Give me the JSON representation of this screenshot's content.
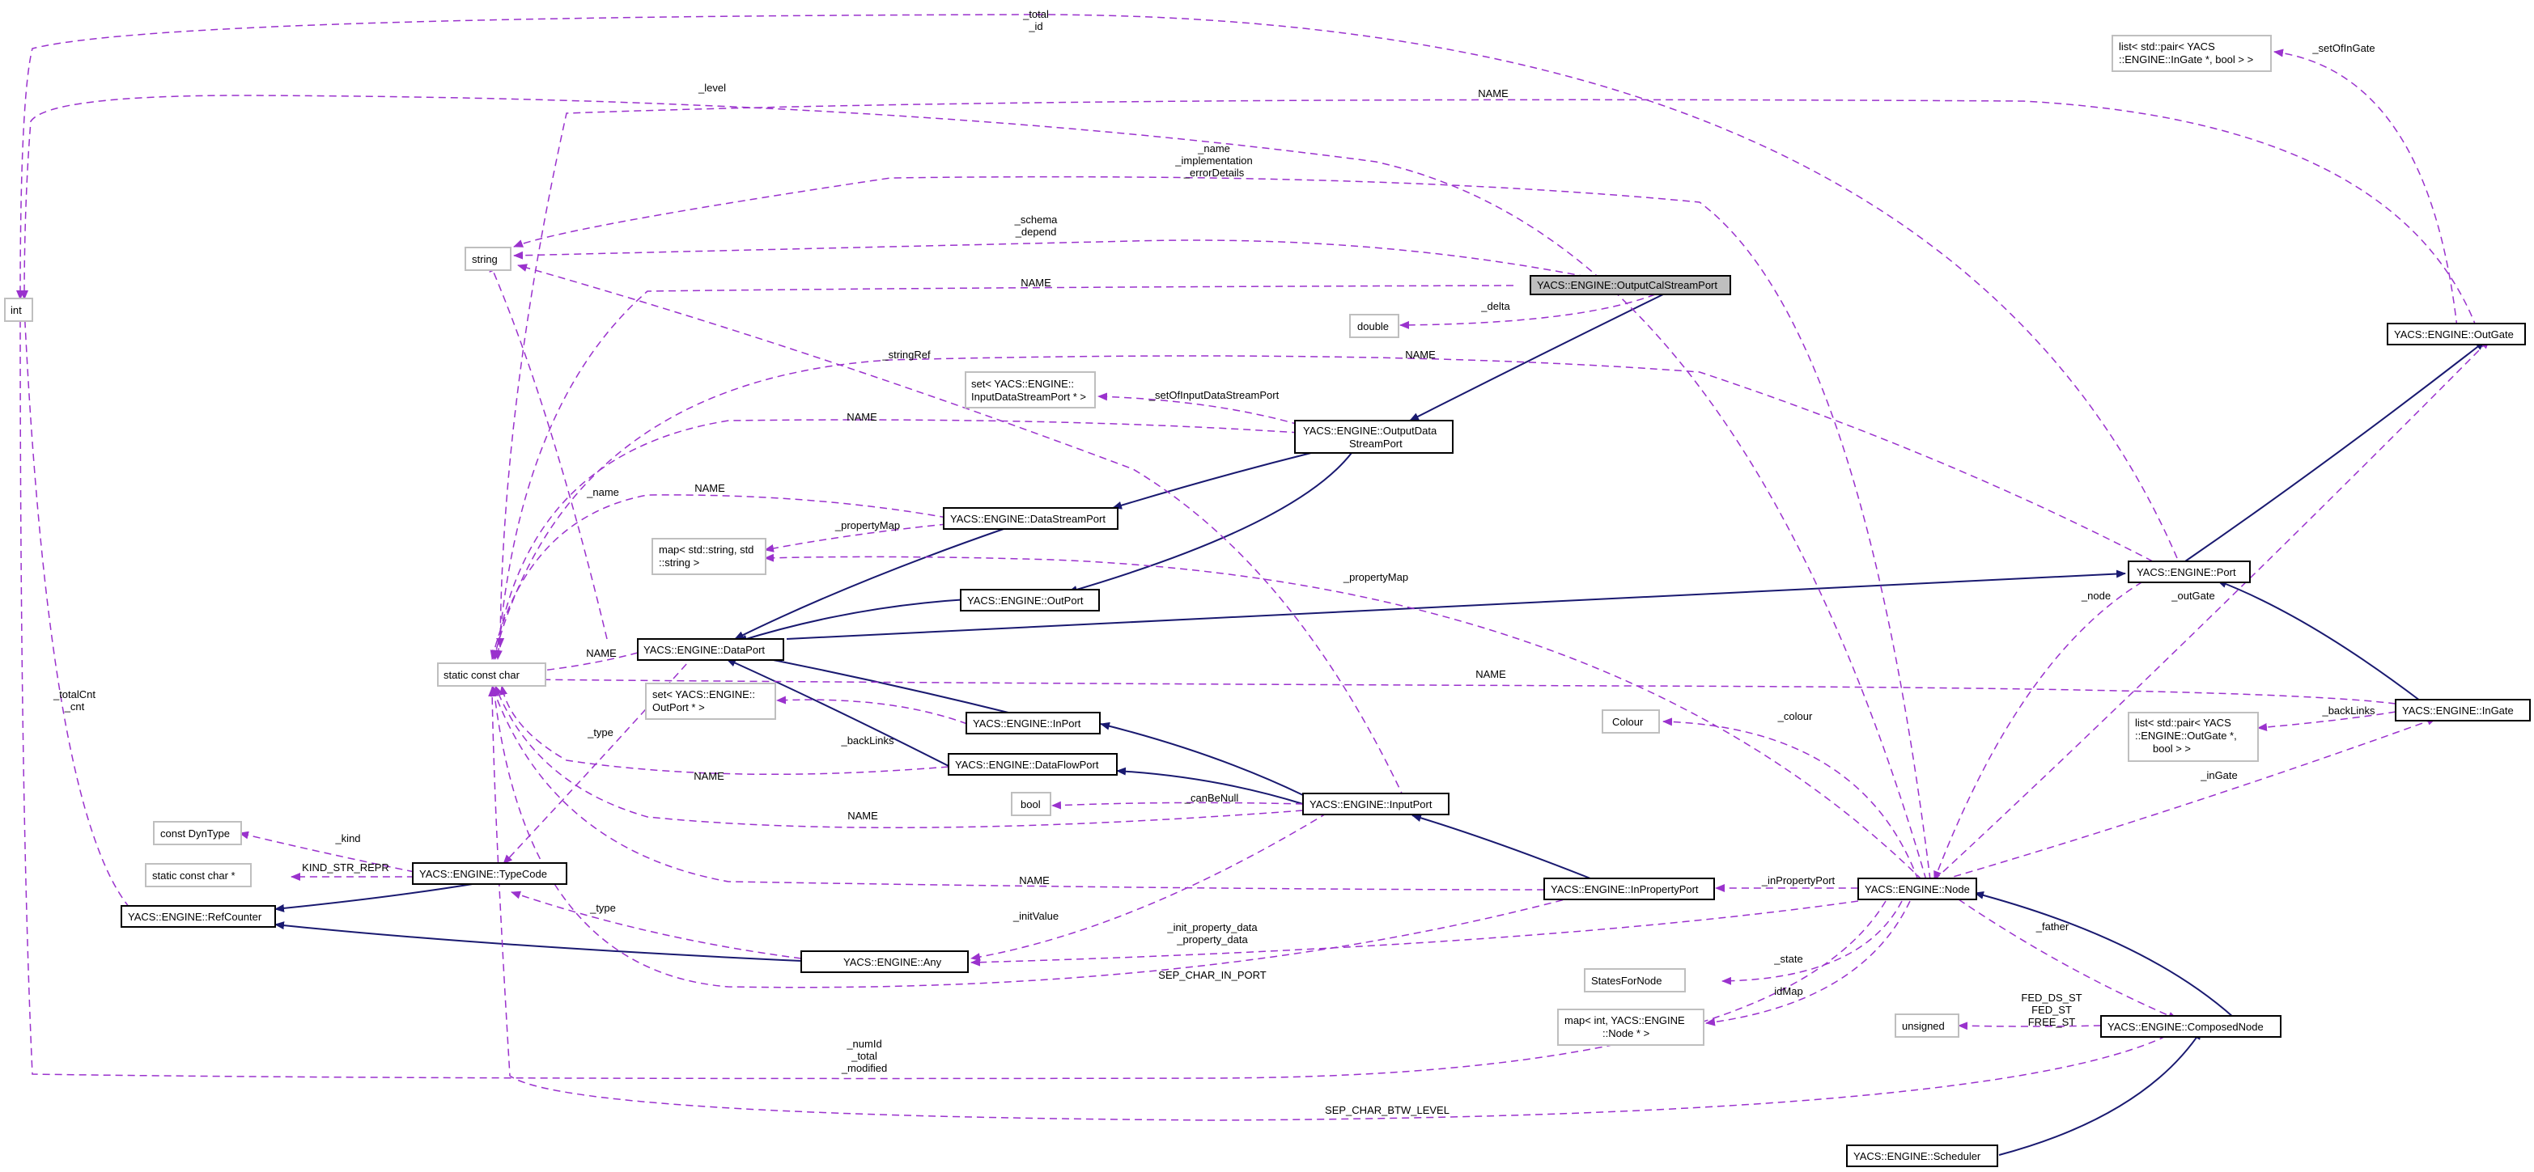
{
  "diagram": {
    "nodes": {
      "int": "int",
      "string": "string",
      "static_const_char": "static const char",
      "list_outgate": [
        "list< std::pair< YACS",
        "::ENGINE::InGate *, bool > >"
      ],
      "list_ingate": [
        "list< std::pair< YACS",
        "::ENGINE::OutGate *,",
        "bool > >"
      ],
      "output_cal_stream_port": "YACS::ENGINE::OutputCalStreamPort",
      "double": "double",
      "set_input_data_stream_port": [
        "set< YACS::ENGINE::",
        "InputDataStreamPort * >"
      ],
      "output_data_stream_port": [
        "YACS::ENGINE::OutputData",
        "StreamPort"
      ],
      "data_stream_port": "YACS::ENGINE::DataStreamPort",
      "map_string": [
        "map< std::string, std",
        "::string >"
      ],
      "out_port": "YACS::ENGINE::OutPort",
      "data_port": "YACS::ENGINE::DataPort",
      "port": "YACS::ENGINE::Port",
      "out_gate": "YACS::ENGINE::OutGate",
      "in_gate": "YACS::ENGINE::InGate",
      "in_port": "YACS::ENGINE::InPort",
      "set_out_port": [
        "set< YACS::ENGINE::",
        "OutPort * >"
      ],
      "data_flow_port": "YACS::ENGINE::DataFlowPort",
      "colour": "Colour",
      "bool": "bool",
      "input_port": "YACS::ENGINE::InputPort",
      "const_dyn_type": "const DynType",
      "static_const_char_ptr": "static const char *",
      "type_code": "YACS::ENGINE::TypeCode",
      "ref_counter": "YACS::ENGINE::RefCounter",
      "in_property_port": "YACS::ENGINE::InPropertyPort",
      "node": "YACS::ENGINE::Node",
      "any": "YACS::ENGINE::Any",
      "states_for_node": "StatesForNode",
      "map_int_node": [
        "map< int, YACS::ENGINE",
        "::Node * >"
      ],
      "unsigned": "unsigned",
      "composed_node": "YACS::ENGINE::ComposedNode",
      "scheduler": "YACS::ENGINE::Scheduler"
    },
    "edge_labels": {
      "total_id": [
        "_total",
        "_id"
      ],
      "level": "_level",
      "name_main": "NAME",
      "name_impl_err": [
        "_name",
        "_implementation",
        "_errorDetails"
      ],
      "schema_depend": [
        "_schema",
        "_depend"
      ],
      "name_ocsp": "NAME",
      "delta": "_delta",
      "string_ref": "_stringRef",
      "name_port": "NAME",
      "set_of_input": "_setOfInputDataStreamPort",
      "name_odsp": "NAME",
      "name_dsp": "NAME",
      "property_map_dsp": "_propertyMap",
      "name_attr": "_name",
      "property_map_node": "_propertyMap",
      "node_attr": "_node",
      "out_gate_attr": "_outGate",
      "name_dp": "NAME",
      "name_ingate": "NAME",
      "back_links_ingate": "_backLinks",
      "total_cnt": [
        "_totalCnt",
        "_cnt"
      ],
      "type_attr": "_type",
      "back_links_inport": "_backLinks",
      "colour_attr": "_colour",
      "in_gate_attr": "_inGate",
      "name_dfp": "NAME",
      "can_be_null": "_canBeNull",
      "name_ip": "NAME",
      "kind": "_kind",
      "kind_str_repr": "KIND_STR_REPR",
      "name_ipp": "NAME",
      "in_property_port_attr": "_inPropertyPort",
      "init_value": "_initValue",
      "init_property": [
        "_init_property_data",
        "_property_data"
      ],
      "type_any": "_type",
      "sep_char_in_port": "SEP_CHAR_IN_PORT",
      "state": "_state",
      "father": "_father",
      "id_map": "idMap",
      "fed": [
        "FED_DS_ST",
        "FED_ST",
        "FREE_ST"
      ],
      "num_id": [
        "_numId",
        "_total",
        "_modified"
      ],
      "sep_char_btw_level": "SEP_CHAR_BTW_LEVEL",
      "set_of_in_gate": "_setOfInGate"
    }
  }
}
